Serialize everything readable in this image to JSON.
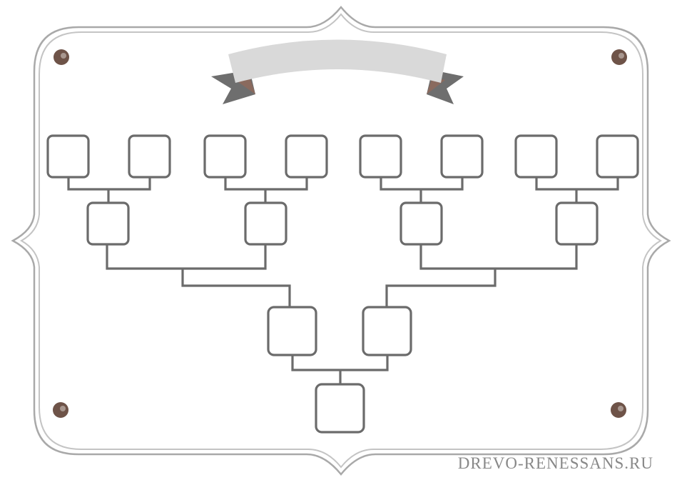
{
  "watermark": "DREVO-RENESSANS.RU",
  "colors": {
    "frame": "#a9a9a9",
    "box_stroke": "#6b6b6b",
    "banner": "#d9d9d9",
    "banner_tail": "#6e6e6e",
    "banner_fold": "#8a6a5e",
    "pin": "#6e5348"
  },
  "tree": {
    "generations": [
      {
        "level": 1,
        "count": 1
      },
      {
        "level": 2,
        "count": 2
      },
      {
        "level": 3,
        "count": 4
      },
      {
        "level": 4,
        "count": 8
      }
    ]
  },
  "banner": {
    "title": ""
  }
}
